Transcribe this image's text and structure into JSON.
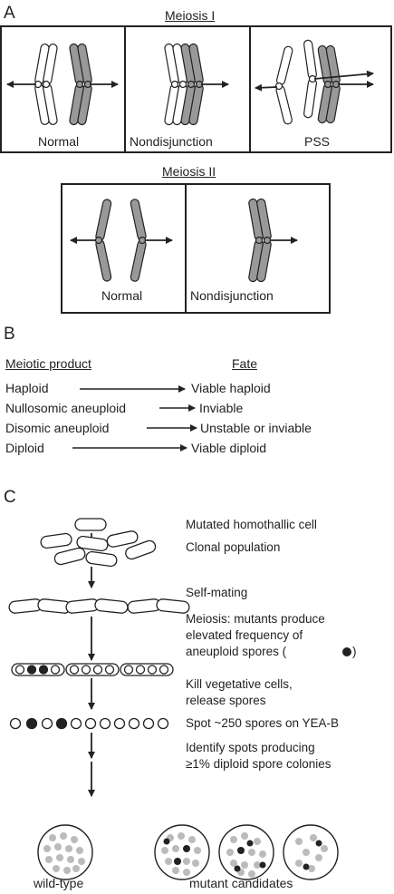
{
  "panel_a": {
    "letter": "A",
    "meiosis1_title": "Meiosis I",
    "meiosis1_labels": [
      "Normal",
      "Nondisjunction",
      "PSS"
    ],
    "meiosis2_title": "Meiosis II",
    "meiosis2_labels": [
      "Normal",
      "Nondisjunction"
    ]
  },
  "panel_b": {
    "letter": "B",
    "col1_header": "Meiotic product",
    "col2_header": "Fate",
    "rows": [
      {
        "product": "Haploid",
        "fate": "Viable haploid"
      },
      {
        "product": "Nullosomic aneuploid",
        "fate": "Inviable"
      },
      {
        "product": "Disomic aneuploid",
        "fate": "Unstable or inviable"
      },
      {
        "product": "Diploid",
        "fate": "Viable diploid"
      }
    ]
  },
  "panel_c": {
    "letter": "C",
    "steps": [
      "Mutated homothallic cell",
      "Clonal population",
      "Self-mating",
      "Meiosis:  mutants produce",
      "elevated frequency of",
      "aneuploid spores (",
      ")",
      "Kill vegetative cells,",
      "release spores",
      "Spot ~250 spores on YEA-B",
      "Identify spots producing",
      "≥1% diploid spore colonies"
    ],
    "plate_labels": [
      "wild-type",
      "mutant candidates"
    ]
  },
  "colors": {
    "ink": "#222222",
    "gray": "#999999",
    "light_gray": "#bbbbbb"
  }
}
